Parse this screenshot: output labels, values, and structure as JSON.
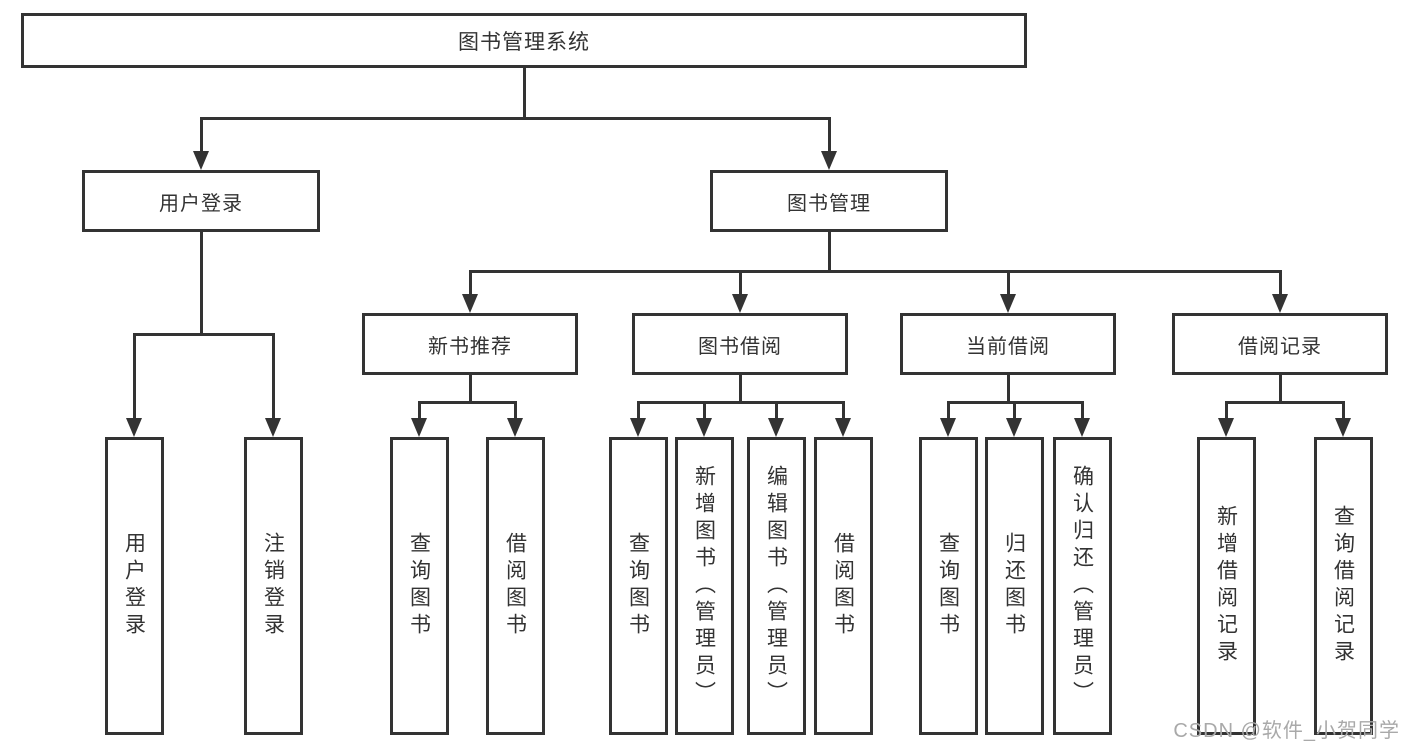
{
  "nodes": {
    "root": "图书管理系统",
    "level1": [
      "用户登录",
      "图书管理"
    ],
    "level2": [
      "新书推荐",
      "图书借阅",
      "当前借阅",
      "借阅记录"
    ],
    "leaves_user_login": [
      "用户登录",
      "注销登录"
    ],
    "leaves_new_book": [
      "查询图书",
      "借阅图书"
    ],
    "leaves_book_borrow": [
      "查询图书",
      "新增图书（管理员）",
      "编辑图书（管理员）",
      "借阅图书"
    ],
    "leaves_current_borrow": [
      "查询图书",
      "归还图书",
      "确认归还（管理员）"
    ],
    "leaves_borrow_record": [
      "新增借阅记录",
      "查询借阅记录"
    ]
  },
  "watermark": "CSDN @软件_小贺同学",
  "colors": {
    "line": "#333333",
    "text": "#333333",
    "background": "#ffffff",
    "watermark": "#a9a9a9"
  }
}
